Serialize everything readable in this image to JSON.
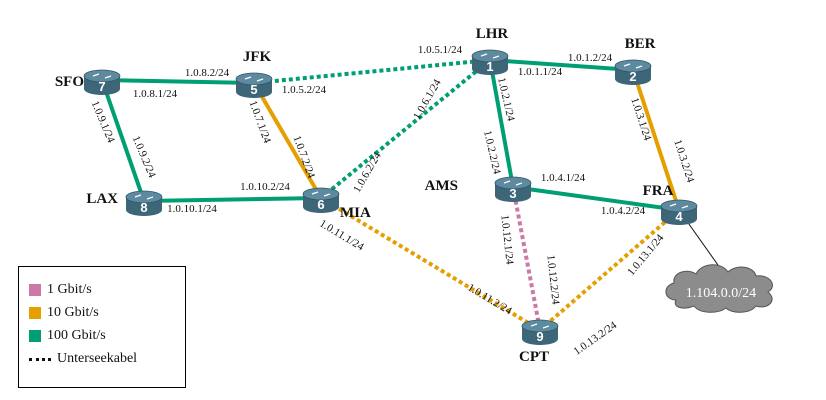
{
  "colors": {
    "gbit1": "#cc79a7",
    "gbit10": "#e69f00",
    "gbit100": "#009e73",
    "router_body": "#5e8aa0",
    "router_dark": "#3d6679",
    "cloud": "#8c8c8c"
  },
  "routers": [
    {
      "id": "1",
      "name": "LHR"
    },
    {
      "id": "2",
      "name": "BER"
    },
    {
      "id": "3",
      "name": "AMS"
    },
    {
      "id": "4",
      "name": "FRA"
    },
    {
      "id": "5",
      "name": "JFK"
    },
    {
      "id": "6",
      "name": "MIA"
    },
    {
      "id": "7",
      "name": "SFO"
    },
    {
      "id": "8",
      "name": "LAX"
    },
    {
      "id": "9",
      "name": "CPT"
    }
  ],
  "links": [
    {
      "a": "7",
      "b": "5",
      "speed": "100",
      "undersea": false,
      "label_a": "1.0.8.1/24",
      "label_b": "1.0.8.2/24"
    },
    {
      "a": "7",
      "b": "8",
      "speed": "100",
      "undersea": false,
      "label_a": "1.0.9.1/24",
      "label_b": "1.0.9.2/24"
    },
    {
      "a": "8",
      "b": "6",
      "speed": "100",
      "undersea": false,
      "label_a": "1.0.10.1/24",
      "label_b": "1.0.10.2/24"
    },
    {
      "a": "5",
      "b": "6",
      "speed": "10",
      "undersea": false,
      "label_a": "1.0.7.1/24",
      "label_b": "1.0.7.2/24"
    },
    {
      "a": "5",
      "b": "1",
      "speed": "100",
      "undersea": true,
      "label_a": "1.0.5.2/24",
      "label_b": "1.0.5.1/24"
    },
    {
      "a": "6",
      "b": "1",
      "speed": "100",
      "undersea": true,
      "label_a": "1.0.6.2/24",
      "label_b": "1.0.6.1/24"
    },
    {
      "a": "1",
      "b": "2",
      "speed": "100",
      "undersea": false,
      "label_a": "1.0.1.1/24",
      "label_b": "1.0.1.2/24"
    },
    {
      "a": "1",
      "b": "3",
      "speed": "100",
      "undersea": false,
      "label_a": "1.0.2.1/24",
      "label_b": "1.0.2.2/24"
    },
    {
      "a": "2",
      "b": "4",
      "speed": "10",
      "undersea": false,
      "label_a": "1.0.3.1/24",
      "label_b": "1.0.3.2/24"
    },
    {
      "a": "3",
      "b": "4",
      "speed": "100",
      "undersea": false,
      "label_a": "1.0.4.1/24",
      "label_b": "1.0.4.2/24"
    },
    {
      "a": "3",
      "b": "9",
      "speed": "1",
      "undersea": true,
      "label_a": "1.0.12.1/24",
      "label_b": "1.0.12.2/24"
    },
    {
      "a": "6",
      "b": "9",
      "speed": "10",
      "undersea": true,
      "label_a": "1.0.11.1/24",
      "label_b": "1.0.11.2/24"
    },
    {
      "a": "9",
      "b": "4",
      "speed": "10",
      "undersea": true,
      "label_a": "1.0.13.2/24",
      "label_b": "1.0.13.1/24"
    }
  ],
  "cloud": {
    "label": "1.104.0.0/24",
    "attached_to": "4"
  },
  "legend": {
    "items": [
      {
        "label": "1 Gbit/s",
        "kind": "gbit1"
      },
      {
        "label": "10 Gbit/s",
        "kind": "gbit10"
      },
      {
        "label": "100 Gbit/s",
        "kind": "gbit100"
      },
      {
        "label": "Unterseekabel",
        "kind": "dashed"
      }
    ]
  }
}
